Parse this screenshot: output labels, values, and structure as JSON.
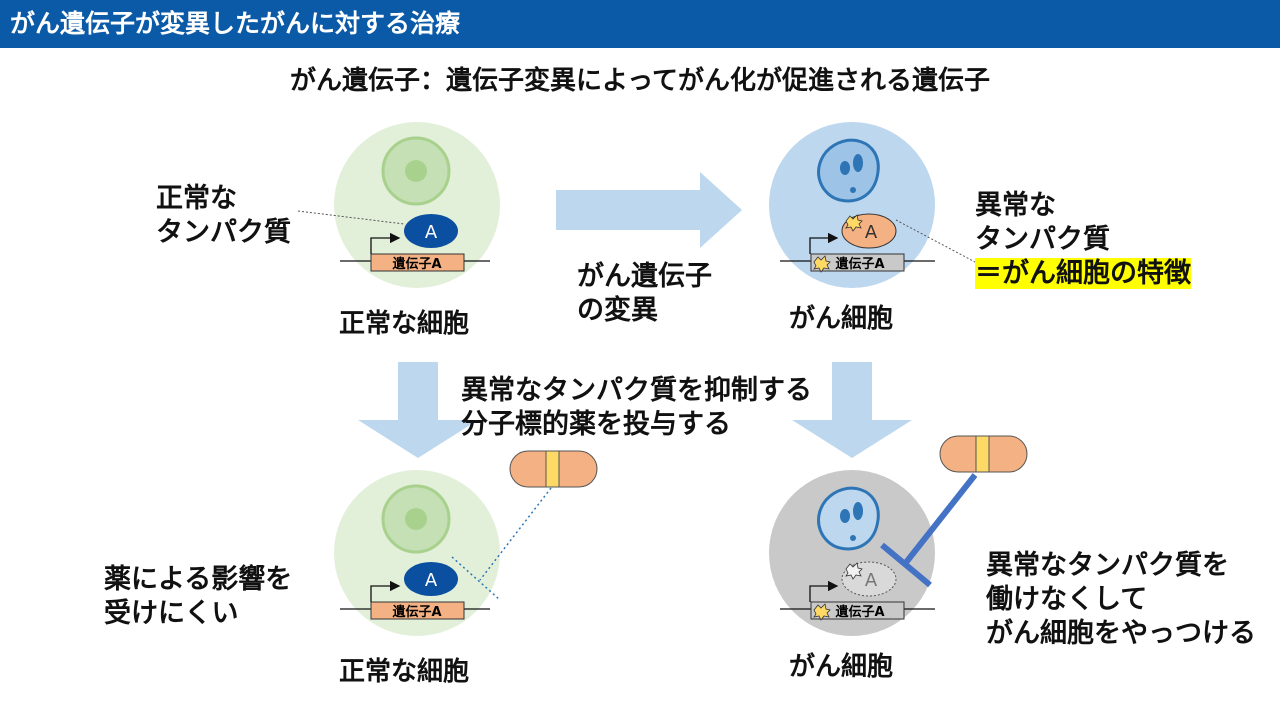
{
  "header": {
    "title": "がん遺伝子が変異したがんに対する治療"
  },
  "subtitle": "がん遺伝子：遺伝子変異によってがん化が促進される遺伝子",
  "protein_letter": "A",
  "gene_label": "遺伝子A",
  "labels": {
    "normal_protein": [
      "正常な",
      "タンパク質"
    ],
    "normal_cell": "正常な細胞",
    "mutation": [
      "がん遺伝子",
      "の変異"
    ],
    "cancer_cell": "がん細胞",
    "abnormal_protein": [
      "異常な",
      "タンパク質"
    ],
    "abnormal_feature": "＝がん細胞の特徴",
    "drug_action": [
      "異常なタンパク質を抑制する",
      "分子標的薬を投与する"
    ],
    "drug_effect_normal": [
      "薬による影響を",
      "受けにくい"
    ],
    "drug_effect_cancer": [
      "異常なタンパク質を",
      "働けなくして",
      "がん細胞をやっつける"
    ]
  },
  "colors": {
    "header": "#0b5aa7",
    "normal_cell": "#e2efd9",
    "cancer_cell": "#bdd7ee",
    "dead_cancer_cell": "#c9c9c9",
    "arrow": "#bdd7ee",
    "protein_normal": "#0b4fa0",
    "protein_abnormal": "#f4b183",
    "gene_box": "#f4b183",
    "inhibitor": "#4472c4",
    "highlight": "#ffff00"
  }
}
